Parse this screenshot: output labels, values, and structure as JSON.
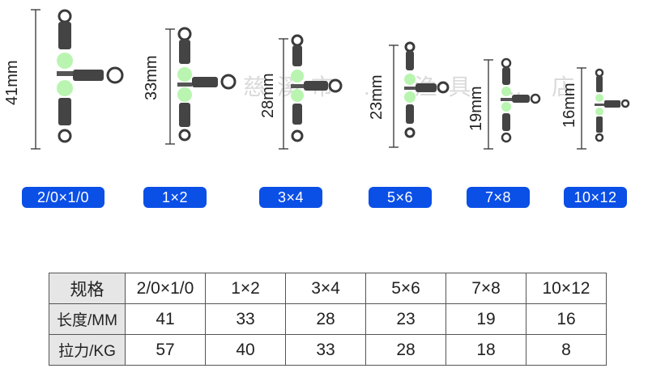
{
  "products": [
    {
      "size": "2/0×1/0",
      "length_label": "41mm"
    },
    {
      "size": "1×2",
      "length_label": "33mm"
    },
    {
      "size": "3×4",
      "length_label": "28mm"
    },
    {
      "size": "5×6",
      "length_label": "23mm"
    },
    {
      "size": "7×8",
      "length_label": "19mm"
    },
    {
      "size": "10×12",
      "length_label": "16mm"
    }
  ],
  "watermark": "慈溪市 … 渔具 … 店",
  "table": {
    "header": [
      "规格",
      "2/0×1/0",
      "1×2",
      "3×4",
      "5×6",
      "7×8",
      "10×12"
    ],
    "rows": [
      {
        "label": "长度/MM",
        "values": [
          "41",
          "33",
          "28",
          "23",
          "19",
          "16"
        ]
      },
      {
        "label": "拉力/KG",
        "values": [
          "57",
          "40",
          "33",
          "28",
          "18",
          "8"
        ]
      }
    ]
  },
  "colors": {
    "badge": "#0a4fe6",
    "bead": "#b9f5b0",
    "metal": "#3a3a3a"
  }
}
